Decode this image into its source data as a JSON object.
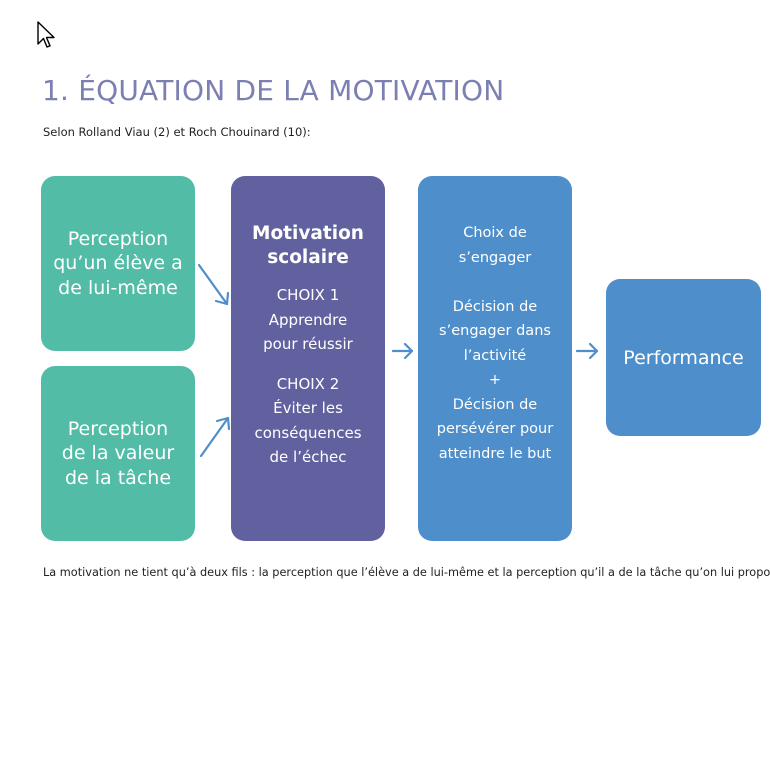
{
  "title": "1. ÉQUATION DE LA MOTIVATION",
  "subtitle": "Selon Rolland Viau (2) et Roch Chouinard (10):",
  "diagram": {
    "perception_self": "Perception\nqu’un élève a\nde lui-même",
    "perception_value": "Perception\nde la valeur\nde la tâche",
    "motivation": {
      "title": "Motivation\nscolaire",
      "choice1": "CHOIX 1\nApprendre\npour réussir",
      "choice2": "CHOIX 2\nÉviter les\nconséquences\nde l’échec"
    },
    "engagement": {
      "choice": "Choix de\ns’engager",
      "decision1": "Décision de\ns’engager dans\nl’activité",
      "plus": "+",
      "decision2": "Décision de\npersévérer pour\natteindre le but"
    },
    "performance": "Performance"
  },
  "footer": "La motivation ne tient qu’à deux fils : la perception que l’élève a de lui-même et la perception qu’il a de la tâche qu’on lui propose.",
  "colors": {
    "title": "#7c7fb1",
    "green": "#52bca6",
    "purple": "#62619f",
    "blue": "#4e8fcb",
    "arrow": "#4e8fcb"
  }
}
